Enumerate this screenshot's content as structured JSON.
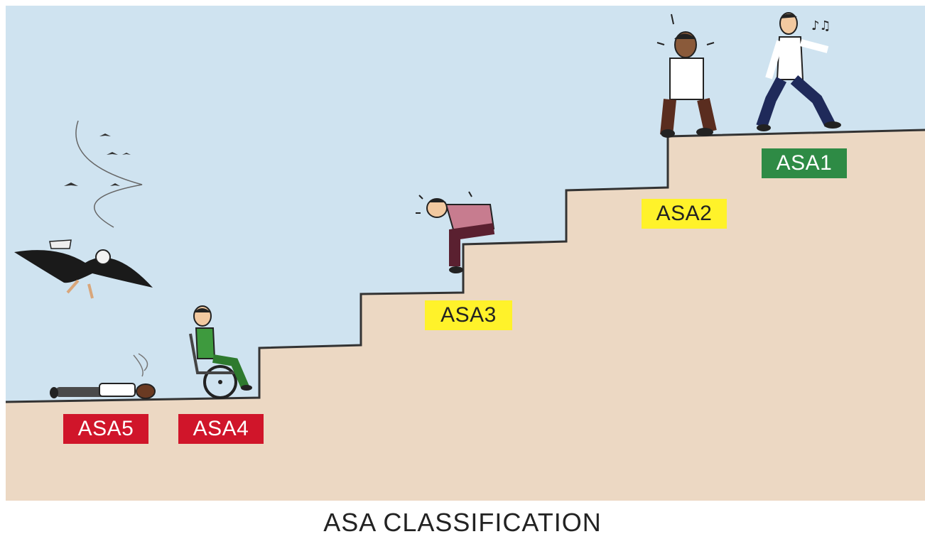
{
  "caption": "ASA CLASSIFICATION",
  "labels": {
    "asa1": "ASA1",
    "asa2": "ASA2",
    "asa3": "ASA3",
    "asa4": "ASA4",
    "asa5": "ASA5"
  },
  "colors": {
    "sky": "#cfe3f0",
    "stairs": "#ecd8c3",
    "asa1_bg": "#2e8b45",
    "asa1_fg": "#ffffff",
    "asa2_bg": "#fff22a",
    "asa2_fg": "#222222",
    "asa3_bg": "#fff22a",
    "asa3_fg": "#222222",
    "asa4_bg": "#d0152a",
    "asa4_fg": "#ffffff",
    "asa5_bg": "#d0152a",
    "asa5_fg": "#ffffff"
  },
  "figures": [
    "walking-man",
    "distressed-man",
    "sad-man",
    "wheelchair-man",
    "lying-man",
    "vulture-icon",
    "bird-flock"
  ]
}
